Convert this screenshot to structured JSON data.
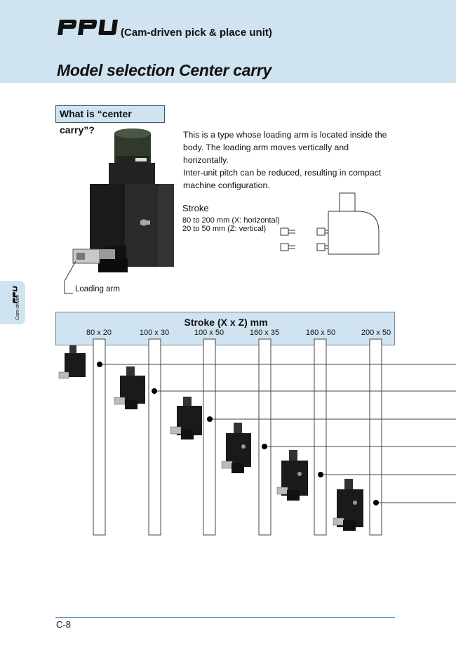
{
  "header": {
    "logo_text": "PPU",
    "subtitle": "(Cam-driven pick & place unit)",
    "title": "Model selection   Center carry"
  },
  "section": {
    "heading": "What is “center carry”?",
    "description": [
      "This is a type whose loading arm is located inside the",
      "body. The loading arm moves vertically and",
      "horizontally.",
      "Inter-unit pitch can be reduced, resulting in compact",
      "machine configuration."
    ],
    "stroke_heading": "Stroke",
    "stroke_lines": [
      "80 to 200 mm (X: horizontal)",
      "20 to 50 mm (Z: vertical)"
    ],
    "image_label": "Loading arm"
  },
  "side_tab": {
    "logo_text": "PPU",
    "label": "Cam-driven"
  },
  "stroke_table": {
    "title": "Stroke (X x Z) mm",
    "columns": [
      "80 x 20",
      "100 x 30",
      "100 x 50",
      "160 x 35",
      "160 x 50",
      "200 x 50"
    ]
  },
  "footer": {
    "page_number": "C-8"
  }
}
